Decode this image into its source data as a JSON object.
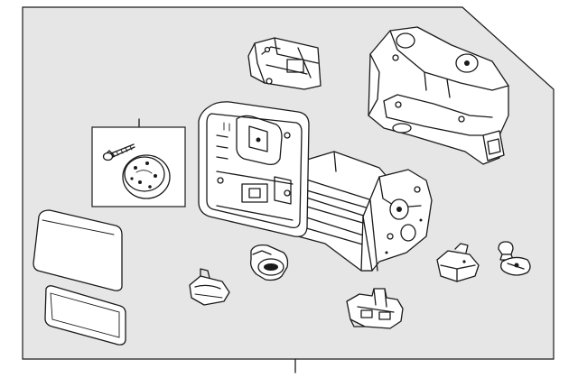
{
  "diagram": {
    "background_color": "#e6e6e6",
    "line_color": "#1a1a1a",
    "parts": [
      {
        "name": "mirror-glass-upper"
      },
      {
        "name": "mirror-glass-lower-spotter"
      },
      {
        "name": "mounting-screw"
      },
      {
        "name": "adjuster-motor-cap"
      },
      {
        "name": "upper-cover-bracket"
      },
      {
        "name": "mirror-head-housing"
      },
      {
        "name": "extension-arm-assembly"
      },
      {
        "name": "base-cover"
      },
      {
        "name": "lamp-socket-small"
      },
      {
        "name": "turn-signal-lamp"
      },
      {
        "name": "wiring-connector-bracket"
      },
      {
        "name": "side-lamp"
      },
      {
        "name": "bulb-socket"
      }
    ]
  }
}
